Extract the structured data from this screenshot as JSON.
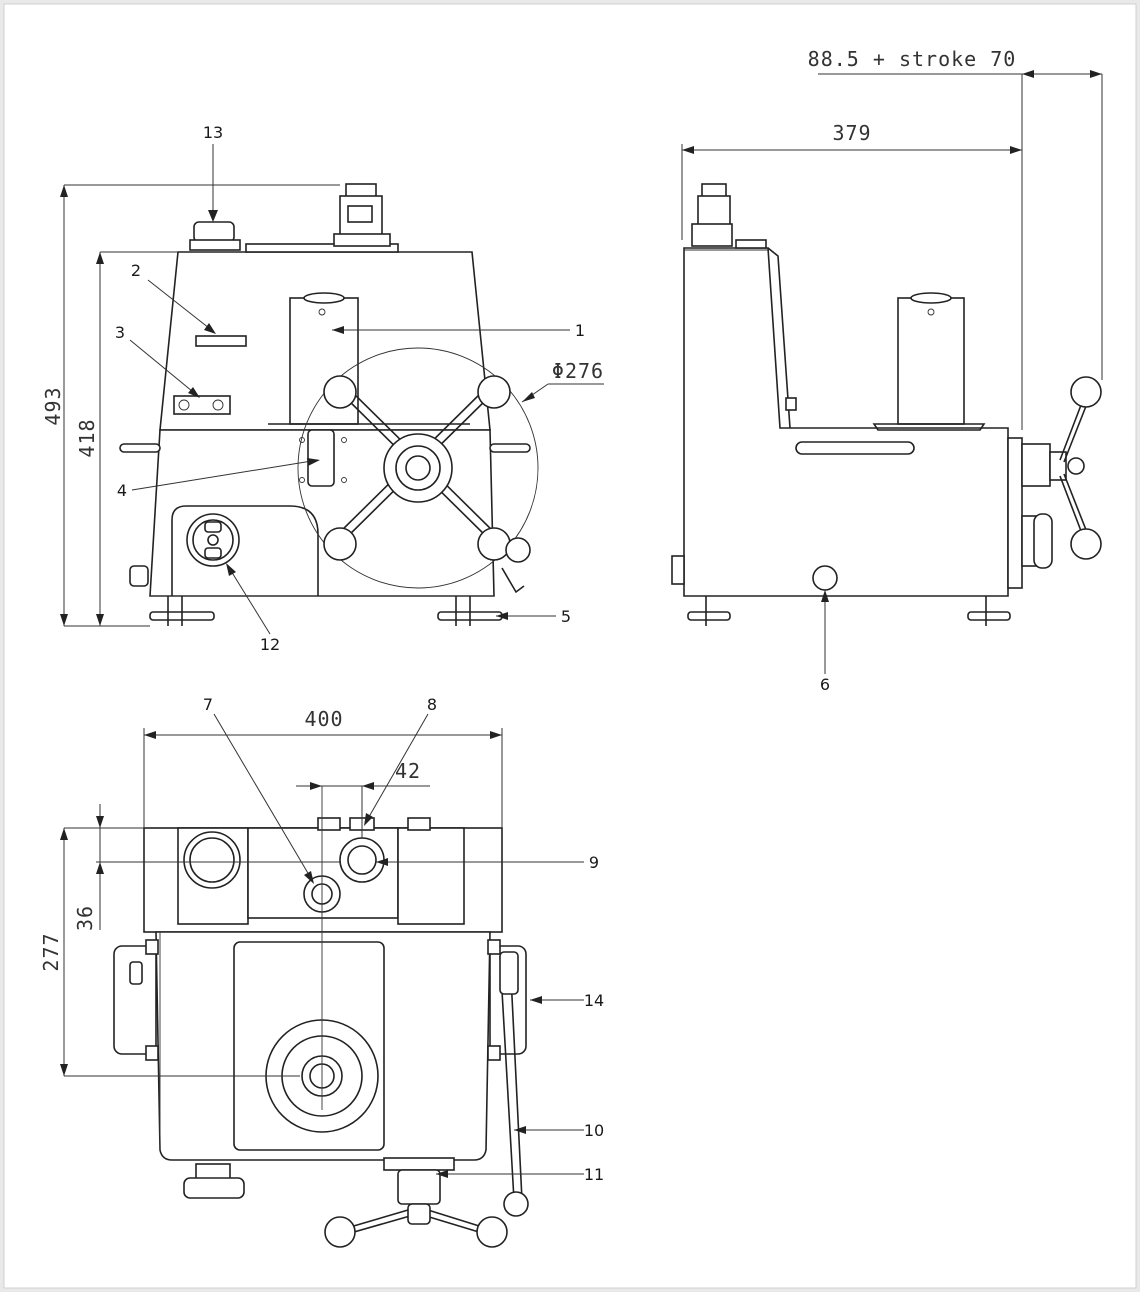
{
  "callouts": {
    "c1": "1",
    "c2": "2",
    "c3": "3",
    "c4": "4",
    "c5": "5",
    "c6": "6",
    "c7": "7",
    "c8": "8",
    "c9": "9",
    "c10": "10",
    "c11": "11",
    "c12": "12",
    "c13": "13",
    "c14": "14"
  },
  "dimensions": {
    "h493": "493",
    "h418": "418",
    "dia276": "Φ276",
    "w379": "379",
    "stroke": "88.5 + stroke 70",
    "w400": "400",
    "w42": "42",
    "d36": "36",
    "d277": "277"
  }
}
